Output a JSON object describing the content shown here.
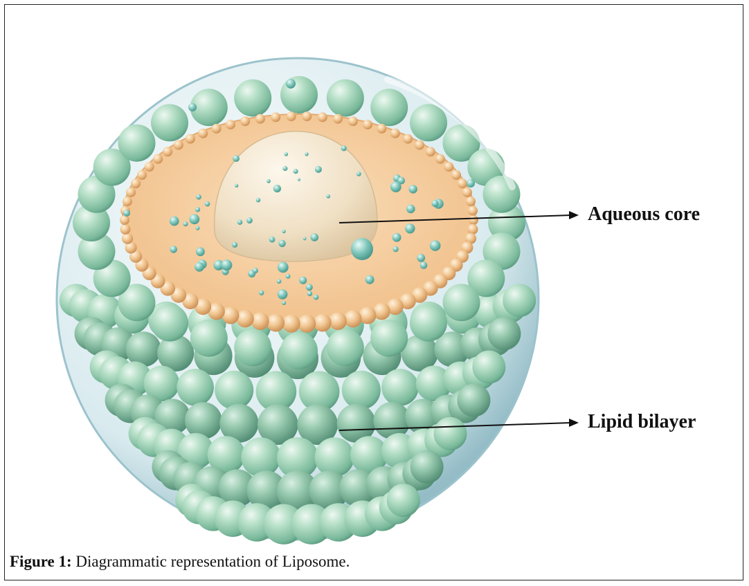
{
  "labels": {
    "aqueous_core": "Aqueous core",
    "lipid_bilayer": "Lipid bilayer"
  },
  "caption": {
    "prefix": "Figure 1:",
    "text": " Diagrammatic representation of Liposome."
  },
  "colors": {
    "outer_shell": "#bcd9e0",
    "bilayer_head": "#8fc7a9",
    "bilayer_head_light": "#cfeadb",
    "core_disc": "#f6d2a8",
    "core_rim_bead": "#e9b37f",
    "core_dome": "#f1e2c8",
    "particle": "#6fb7ad",
    "arrow": "#111111"
  }
}
